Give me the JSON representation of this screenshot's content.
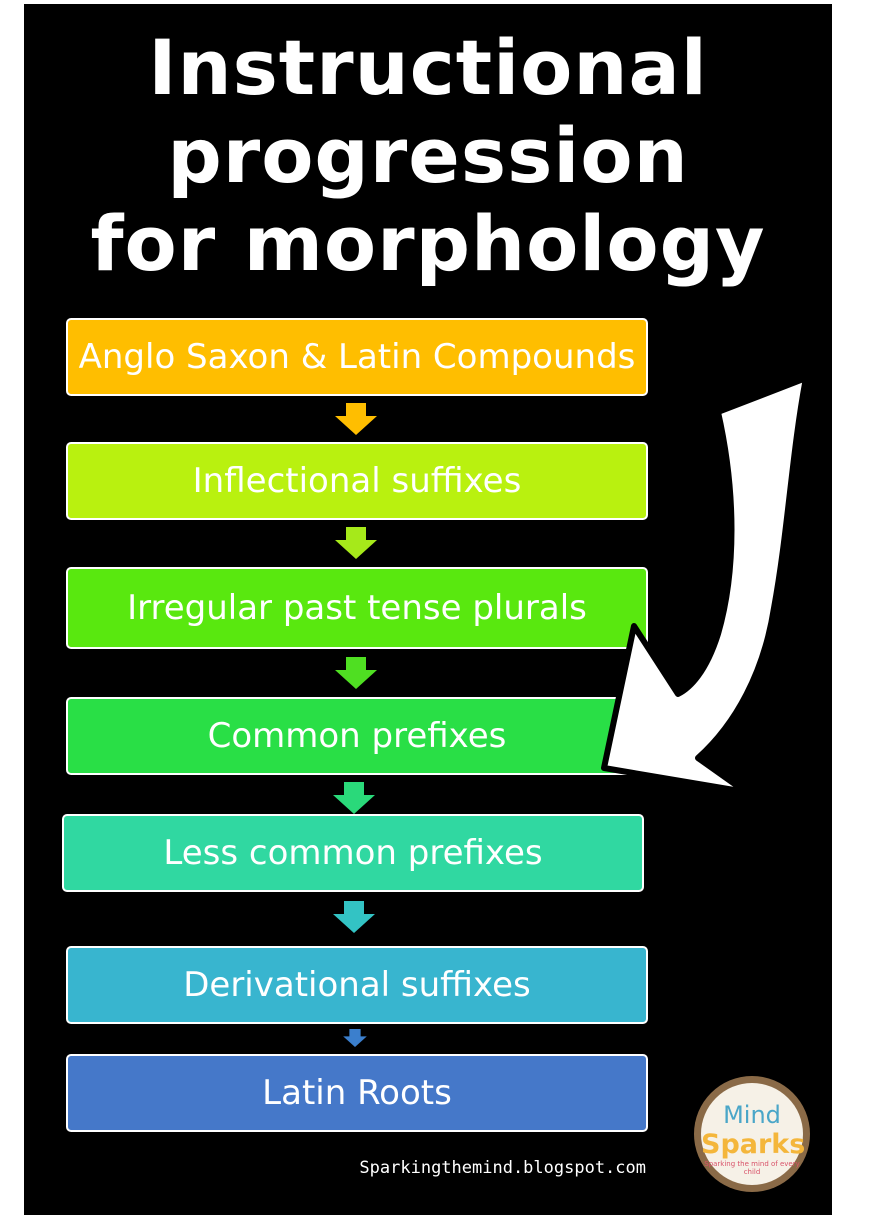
{
  "title_lines": [
    "Instructional",
    "progression",
    "for morphology"
  ],
  "steps": [
    {
      "label": "Anglo Saxon & Latin Compounds",
      "color": "#ffbe00",
      "arrow_color": "#ffbe00"
    },
    {
      "label": "Inflectional suffixes",
      "color": "#b9f10f",
      "arrow_color": "#a6e91a"
    },
    {
      "label": "Irregular past tense plurals",
      "color": "#59e80f",
      "arrow_color": "#4fdf22"
    },
    {
      "label": "Common prefixes",
      "color": "#29df46",
      "arrow_color": "#2ad97a"
    },
    {
      "label": "Less common prefixes",
      "color": "#30d8a1",
      "arrow_color": "#33c3c4"
    },
    {
      "label": "Derivational suffixes",
      "color": "#38b5cf",
      "arrow_color": "#3b7fcd"
    },
    {
      "label": "Latin Roots",
      "color": "#4578c9",
      "arrow_color": null
    }
  ],
  "website": "Sparkingthemind.blogspot.com",
  "logo": {
    "line1": "Mind",
    "line2": "Sparks",
    "tagline": "Sparking the mind of every child"
  },
  "icons": {
    "big_arrow": "curved-down-left-arrow-icon",
    "step_arrow": "down-arrow-icon"
  }
}
